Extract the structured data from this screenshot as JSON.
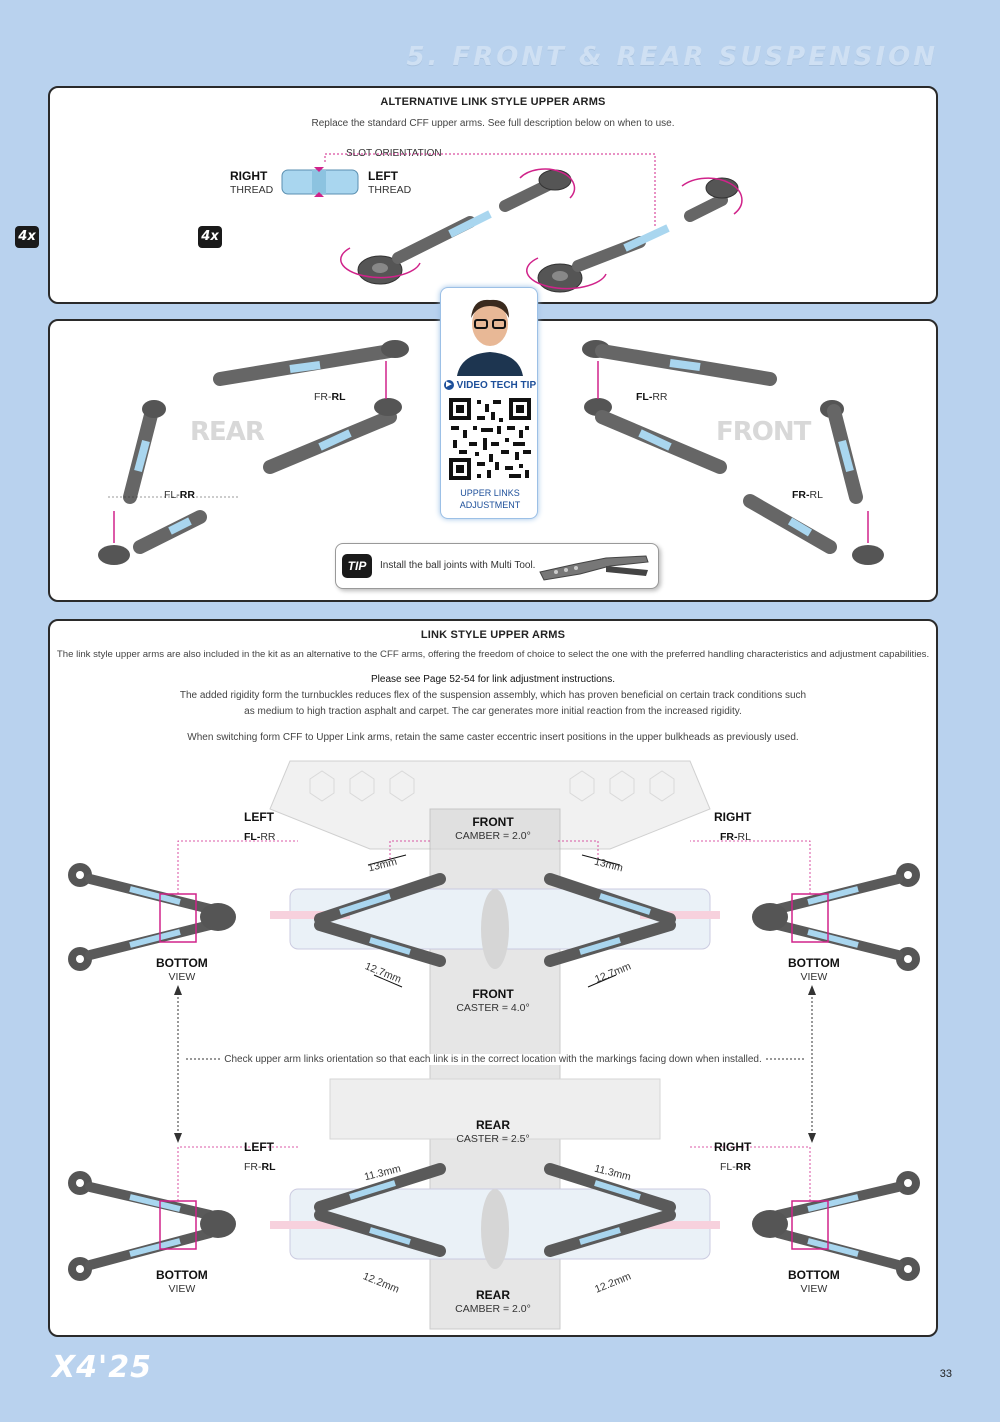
{
  "page": {
    "section_title": "5. FRONT & REAR SUSPENSION",
    "footer_logo": "X4'25",
    "page_number": "33",
    "side_badge": "4x"
  },
  "panel1": {
    "heading": "ALTERNATIVE LINK STYLE UPPER ARMS",
    "subtitle": "Replace the standard CFF upper arms. See full description below on when to use.",
    "slot_orientation": "SLOT ORIENTATION",
    "right_thread_a": "RIGHT",
    "right_thread_b": "THREAD",
    "left_thread_a": "LEFT",
    "left_thread_b": "THREAD",
    "quantity": "4x"
  },
  "panel2": {
    "rear_word": "REAR",
    "front_word": "FRONT",
    "labels": {
      "fr_rl_prefix": "FR-",
      "fr_rl_suffix": "RL",
      "fl_rr_prefix": "FL-",
      "fl_rr_suffix": "RR",
      "fl_rr2_prefix": "FL-",
      "fl_rr2_suffix": "RR",
      "fr_rl2_prefix": "FR-",
      "fr_rl2_suffix": "RL"
    },
    "video": {
      "title": "VIDEO TECH TIP",
      "caption_1": "UPPER LINKS",
      "caption_2": "ADJUSTMENT"
    },
    "tip": {
      "badge": "TIP",
      "text": "Install the ball joints with Multi Tool."
    }
  },
  "panel3": {
    "heading": "LINK STYLE UPPER ARMS",
    "line1": "The link style upper arms are also included in the kit as an alternative to the CFF arms, offering the freedom of choice to select the one with the preferred handling characteristics and adjustment capabilities.",
    "line2": "Please see Page 52-54 for link adjustment instructions.",
    "line3": "The added rigidity form the turnbuckles reduces flex of the suspension assembly, which has proven beneficial on certain track conditions such",
    "line4": "as medium to high traction asphalt and carpet. The car generates more initial reaction from the increased rigidity.",
    "line5": "When switching form CFF to Upper Link arms, retain the same caster eccentric insert positions in the upper bulkheads as previously used.",
    "check_text": "Check upper arm links orientation so that each link is in the correct location with the markings facing down when installed.",
    "front": {
      "label": "FRONT",
      "camber": "CAMBER = 2.0°",
      "caster": "CASTER = 4.0°",
      "caster_label": "FRONT",
      "dim_top_left": "13mm",
      "dim_top_right": "13mm",
      "dim_bottom_left": "12.7mm",
      "dim_bottom_right": "12.7mm",
      "left_title": "LEFT",
      "left_code_a": "FL-",
      "left_code_b": "RR",
      "right_title": "RIGHT",
      "right_code_a": "FR-",
      "right_code_b": "RL",
      "bottom_view_left_a": "BOTTOM",
      "bottom_view_left_b": "VIEW",
      "bottom_view_right_a": "BOTTOM",
      "bottom_view_right_b": "VIEW"
    },
    "rear": {
      "label": "REAR",
      "caster": "CASTER = 2.5°",
      "camber": "CAMBER = 2.0°",
      "camber_label": "REAR",
      "dim_top_left": "11.3mm",
      "dim_top_right": "11.3mm",
      "dim_bottom_left": "12.2mm",
      "dim_bottom_right": "12.2mm",
      "left_title": "LEFT",
      "left_code_a": "FR-",
      "left_code_b": "RL",
      "right_title": "RIGHT",
      "right_code_a": "FL-",
      "right_code_b": "RR",
      "bottom_view_left_a": "BOTTOM",
      "bottom_view_left_b": "VIEW",
      "bottom_view_right_a": "BOTTOM",
      "bottom_view_right_b": "VIEW"
    }
  },
  "colors": {
    "page_bg": "#b9d2ee",
    "accent": "#d0238a",
    "arm": "#5a5a5a",
    "turnbuckle": "#a9d6ef"
  }
}
